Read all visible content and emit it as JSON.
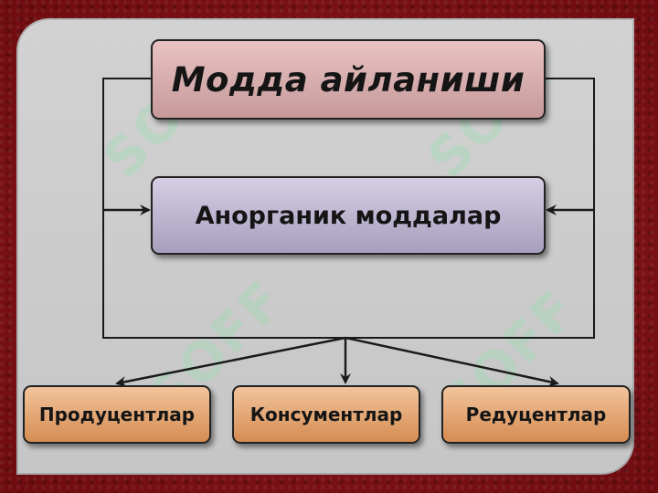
{
  "diagram": {
    "title": "Модда айланиши",
    "center_node": "Анорганик моддалар",
    "nodes": [
      {
        "id": "producers",
        "label": "Продуцентлар"
      },
      {
        "id": "consumers",
        "label": "Консументлар"
      },
      {
        "id": "decomposers",
        "label": "Редуцентлар"
      }
    ]
  },
  "colors": {
    "background": "#7a1014",
    "panel": "#cbcbcb",
    "title_box": "#d7aeae",
    "center_box": "#beb5d2",
    "bottom_boxes": "#e3a772",
    "lines": "#1a1a1a"
  },
  "watermark": {
    "text": "SOFF"
  }
}
